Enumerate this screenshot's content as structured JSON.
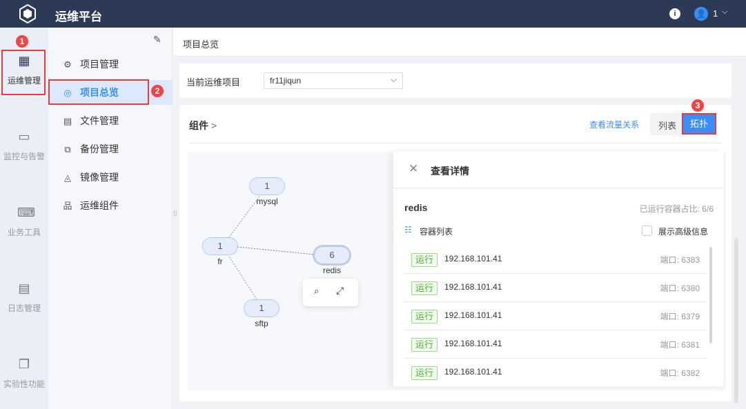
{
  "header": {
    "title": "运维平台",
    "user": "1"
  },
  "rail": [
    {
      "label": "运维管理",
      "icon": "apps-gear-icon"
    },
    {
      "label": "监控与告警",
      "icon": "monitor-icon"
    },
    {
      "label": "业务工具",
      "icon": "code-window-icon"
    },
    {
      "label": "日志管理",
      "icon": "calendar-log-icon"
    },
    {
      "label": "实验性功能",
      "icon": "windows-icon"
    }
  ],
  "sidebar": [
    {
      "label": "项目管理",
      "icon": "gear-icon"
    },
    {
      "label": "项目总览",
      "icon": "overview-icon"
    },
    {
      "label": "文件管理",
      "icon": "file-icon"
    },
    {
      "label": "备份管理",
      "icon": "backup-icon"
    },
    {
      "label": "镜像管理",
      "icon": "mirror-icon"
    },
    {
      "label": "运维组件",
      "icon": "components-icon"
    }
  ],
  "badges": [
    "1",
    "2",
    "3"
  ],
  "breadcrumb": "项目总览",
  "project": {
    "label": "当前运维项目",
    "value": "fr11jiqun"
  },
  "components": {
    "title": "组件",
    "flow_link": "查看流量关系",
    "view_list": "列表",
    "view_topology": "拓扑"
  },
  "topology": {
    "nodes": [
      {
        "name": "mysql",
        "count": "1"
      },
      {
        "name": "fr",
        "count": "1"
      },
      {
        "name": "redis",
        "count": "6"
      },
      {
        "name": "sftp",
        "count": "1"
      }
    ]
  },
  "detail": {
    "title": "查看详情",
    "name": "redis",
    "ratio": "已运行容器占比: 6/6",
    "list_title": "容器列表",
    "advanced": "展示高级信息",
    "rows": [
      {
        "status": "运行",
        "ip": "192.168.101.41",
        "port": "端口: 6383"
      },
      {
        "status": "运行",
        "ip": "192.168.101.41",
        "port": "端口: 6380"
      },
      {
        "status": "运行",
        "ip": "192.168.101.41",
        "port": "端口: 6379"
      },
      {
        "status": "运行",
        "ip": "192.168.101.41",
        "port": "端口: 6381"
      },
      {
        "status": "运行",
        "ip": "192.168.101.41",
        "port": "端口: 6382"
      }
    ]
  }
}
